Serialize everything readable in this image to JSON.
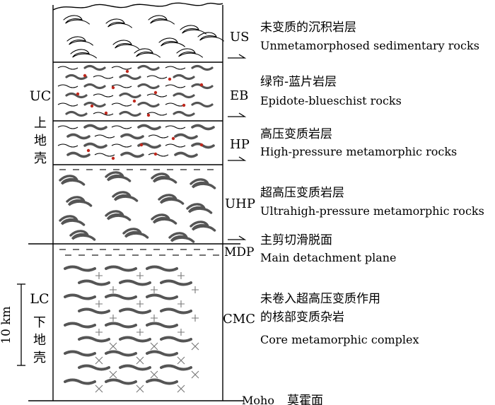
{
  "left_labels": {
    "uc": "UC",
    "uc_cn": [
      "上",
      "地",
      "壳"
    ],
    "lc": "LC",
    "lc_cn": [
      "下",
      "地",
      "壳"
    ],
    "scale": "10 km"
  },
  "layers": [
    {
      "abbr": "US",
      "cn": "未变质的沉积岩层",
      "en": "Unmetamorphosed sedimentary rocks"
    },
    {
      "abbr": "EB",
      "cn": "绿帘-蓝片岩层",
      "en": "Epidote-blueschist rocks"
    },
    {
      "abbr": "HP",
      "cn": "高压变质岩层",
      "en": "High-pressure metamorphic rocks"
    },
    {
      "abbr": "UHP",
      "cn": "超高压变质岩层",
      "en": "Ultrahigh-pressure metamorphic rocks"
    },
    {
      "abbr": "MDP",
      "cn": "主剪切滑脱面",
      "en": "Main detachment plane"
    },
    {
      "abbr": "CMC",
      "cn": "未卷入超高压变质作用",
      "cn2": "的核部变质杂岩",
      "en": "Core metamorphic complex"
    }
  ],
  "moho": {
    "en": "Moho",
    "cn": "莫霍面"
  }
}
